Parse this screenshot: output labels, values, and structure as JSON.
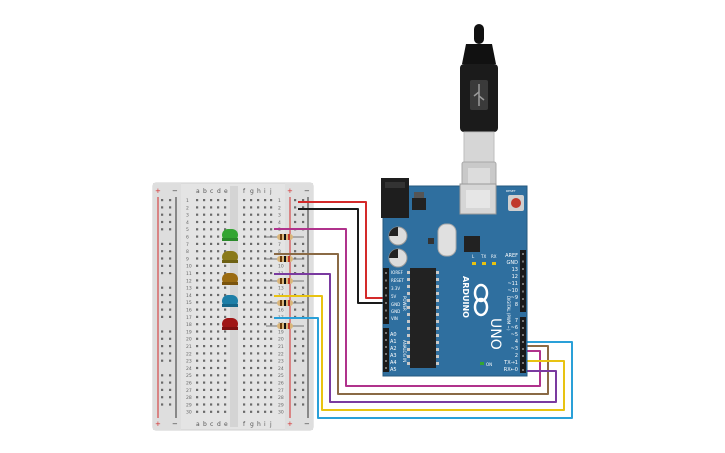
{
  "breadboard": {
    "col_letters_left": [
      "a",
      "b",
      "c",
      "d",
      "e"
    ],
    "col_letters_right": [
      "f",
      "g",
      "h",
      "i",
      "j"
    ],
    "rail_plus": "+",
    "rail_minus": "−",
    "row_count": 30
  },
  "arduino": {
    "brand": "ARDUINO",
    "model": "UNO",
    "on_label": "ON",
    "reset_label": "RESET",
    "power_header": [
      "IOREF",
      "RESET",
      "3.3V",
      "5V",
      "GND",
      "GND",
      "VIN"
    ],
    "power_title": "POWER",
    "analog_header": [
      "A0",
      "A1",
      "A2",
      "A3",
      "A4",
      "A5"
    ],
    "analog_title": "ANALOG IN",
    "digital_top": [
      "AREF",
      "GND",
      "13",
      "12",
      "~11",
      "~10",
      "~9",
      "8"
    ],
    "digital_bottom": [
      "7",
      "~6",
      "~5",
      "4",
      "~3",
      "2",
      "TX→1",
      "RX←0"
    ],
    "digital_title": "DIGITAL (PWM ~)",
    "led_labels": [
      "L",
      "TX",
      "RX"
    ]
  },
  "leds": [
    {
      "color": "green",
      "hex": "#33a532"
    },
    {
      "color": "yellow",
      "hex": "#8a7a1a"
    },
    {
      "color": "orange",
      "hex": "#9a6b12"
    },
    {
      "color": "blue",
      "hex": "#1d7fa8"
    },
    {
      "color": "red",
      "hex": "#a01616"
    }
  ],
  "wires": {
    "vcc": "#d42a2a",
    "gnd": "#1a1a1a",
    "led1": "#b0328c",
    "led2": "#8a6a45",
    "led3": "#7a3aa0",
    "led4": "#e8c312",
    "led5": "#2aa0d8"
  },
  "board_color": "#2f6f9f"
}
